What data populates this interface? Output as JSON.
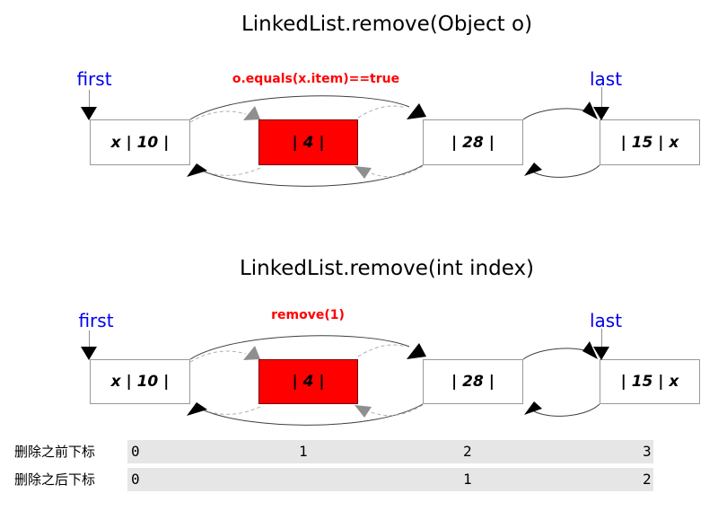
{
  "colors": {
    "pointer_label_blue": "#0000ee",
    "annotation_red": "#ff0000",
    "removed_node_fill": "#ff0000",
    "index_bar_gray": "#e6e6e6"
  },
  "diagram_object": {
    "title": "LinkedList.remove(Object o)",
    "first_label": "first",
    "last_label": "last",
    "annotation": "o.equals(x.item)==true",
    "nodes": [
      {
        "text": "x | 10 |",
        "removed": false
      },
      {
        "text": "| 4 |",
        "removed": true
      },
      {
        "text": "| 28 |",
        "removed": false
      },
      {
        "text": "| 15 | x",
        "removed": false
      }
    ]
  },
  "diagram_index": {
    "title": "LinkedList.remove(int index)",
    "first_label": "first",
    "last_label": "last",
    "annotation": "remove(1)",
    "nodes": [
      {
        "text": "x | 10 |",
        "removed": false
      },
      {
        "text": "| 4 |",
        "removed": true
      },
      {
        "text": "| 28 |",
        "removed": false
      },
      {
        "text": "| 15 | x",
        "removed": false
      }
    ]
  },
  "index_rows": [
    {
      "label": "删除之前下标",
      "values": [
        "0",
        "1",
        "2",
        "3"
      ]
    },
    {
      "label": "删除之后下标",
      "values": [
        "0",
        "1",
        "2"
      ]
    }
  ]
}
